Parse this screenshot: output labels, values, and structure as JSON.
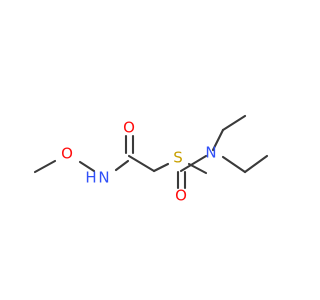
{
  "molecule": {
    "atoms": {
      "oxygen_carbonyl_left": "O",
      "amide_n": "N",
      "amide_h": "H",
      "oxygen_methoxy": "O",
      "sulfur": "S",
      "nitrogen_carbamoyl": "N",
      "oxygen_carbonyl_right": "O"
    },
    "colors": {
      "oxygen": "#ff0d0d",
      "nitrogen": "#3050f8",
      "sulfur": "#c8a000",
      "bond": "#3a3a3a"
    }
  }
}
